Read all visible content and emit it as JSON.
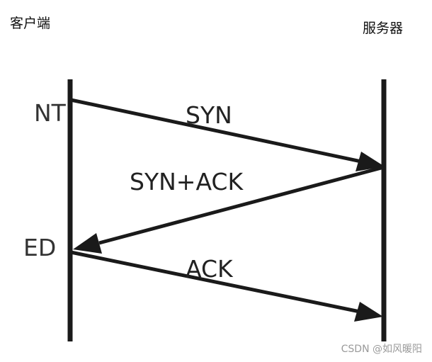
{
  "participants": {
    "client": "客户端",
    "server": "服务器"
  },
  "messages": {
    "syn": "SYN",
    "syn_ack": "SYN+ACK",
    "ack": "ACK"
  },
  "clipped_states": {
    "top": "NT",
    "bottom": "ED"
  },
  "watermark": "CSDN @如风暖阳",
  "colors": {
    "line": "#1a1a1a",
    "text": "#222222",
    "watermark": "#9a9a9a"
  }
}
